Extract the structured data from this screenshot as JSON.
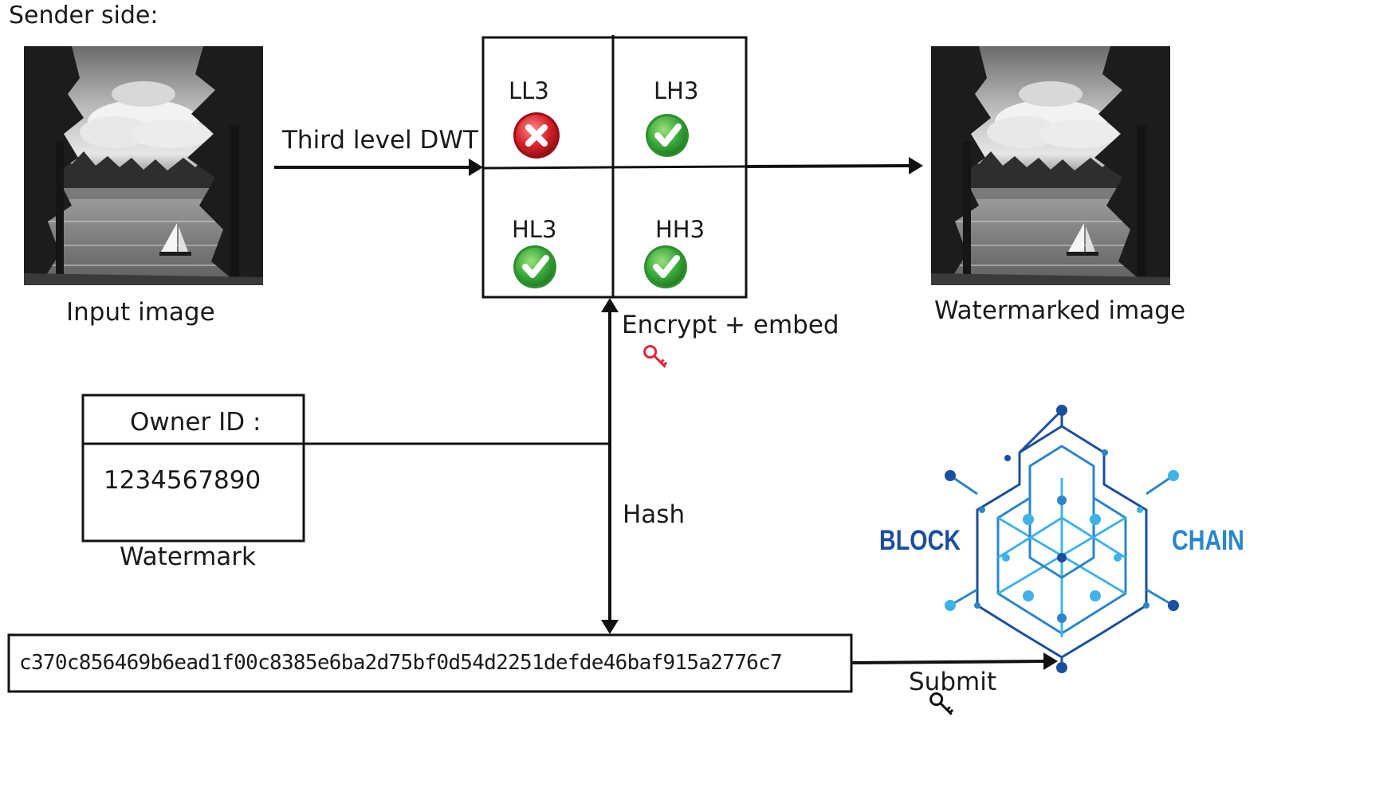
{
  "header": {
    "title": "Sender side:"
  },
  "input": {
    "caption": "Input image"
  },
  "dwt": {
    "arrow_label": "Third level DWT",
    "cells": [
      {
        "label": "LL3",
        "status": "rejected",
        "icon": "cross-icon"
      },
      {
        "label": "LH3",
        "status": "selected",
        "icon": "check-icon"
      },
      {
        "label": "HL3",
        "status": "selected",
        "icon": "check-icon"
      },
      {
        "label": "HH3",
        "status": "selected",
        "icon": "check-icon"
      }
    ]
  },
  "output": {
    "caption": "Watermarked image"
  },
  "embed": {
    "label": "Encrypt + embed",
    "key_icon": "key-icon",
    "key_color": "#e0243a"
  },
  "watermark": {
    "field_label": "Owner ID :",
    "value": "1234567890",
    "caption": "Watermark"
  },
  "hash": {
    "label": "Hash",
    "value": "c370c856469b6ead1f00c8385e6ba2d75bf0d54d2251defde46baf915a2776c7"
  },
  "submit": {
    "label": "Submit",
    "key_icon": "key-icon"
  },
  "blockchain": {
    "left_word": "BLOCK",
    "right_word": "CHAIN",
    "colors": {
      "dark": "#1b4f9b",
      "mid": "#2b86c8",
      "light": "#3fb3e8"
    }
  },
  "colors": {
    "check_green": "#3aa83a",
    "cross_red": "#d8212a"
  }
}
